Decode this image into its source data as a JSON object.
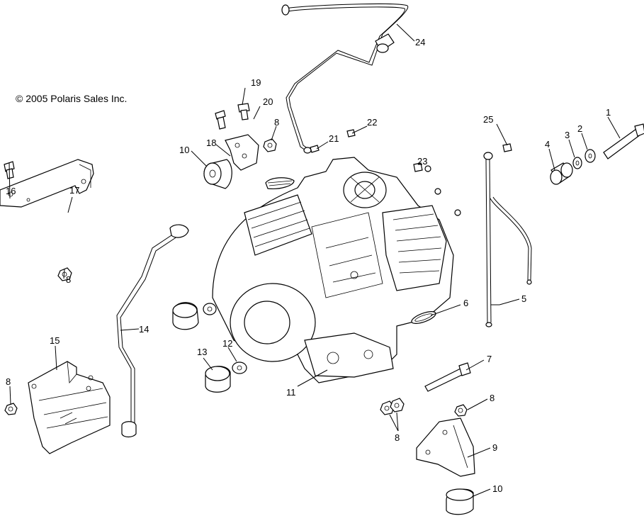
{
  "copyright": "© 2005 Polaris Sales Inc.",
  "callouts": [
    {
      "id": "c1",
      "label": "1"
    },
    {
      "id": "c2",
      "label": "2"
    },
    {
      "id": "c3",
      "label": "3"
    },
    {
      "id": "c4",
      "label": "4"
    },
    {
      "id": "c5",
      "label": "5"
    },
    {
      "id": "c6",
      "label": "6"
    },
    {
      "id": "c7",
      "label": "7"
    },
    {
      "id": "c8a",
      "label": "8"
    },
    {
      "id": "c8b",
      "label": "8"
    },
    {
      "id": "c8c",
      "label": "8"
    },
    {
      "id": "c8d",
      "label": "8"
    },
    {
      "id": "c8e",
      "label": "8"
    },
    {
      "id": "c9",
      "label": "9"
    },
    {
      "id": "c10a",
      "label": "10"
    },
    {
      "id": "c10b",
      "label": "10"
    },
    {
      "id": "c11",
      "label": "11"
    },
    {
      "id": "c12",
      "label": "12"
    },
    {
      "id": "c13",
      "label": "13"
    },
    {
      "id": "c14",
      "label": "14"
    },
    {
      "id": "c15",
      "label": "15"
    },
    {
      "id": "c16",
      "label": "16"
    },
    {
      "id": "c17",
      "label": "17"
    },
    {
      "id": "c18",
      "label": "18"
    },
    {
      "id": "c19",
      "label": "19"
    },
    {
      "id": "c20",
      "label": "20"
    },
    {
      "id": "c21",
      "label": "21"
    },
    {
      "id": "c22",
      "label": "22"
    },
    {
      "id": "c23",
      "label": "23"
    },
    {
      "id": "c24",
      "label": "24"
    },
    {
      "id": "c25",
      "label": "25"
    }
  ]
}
